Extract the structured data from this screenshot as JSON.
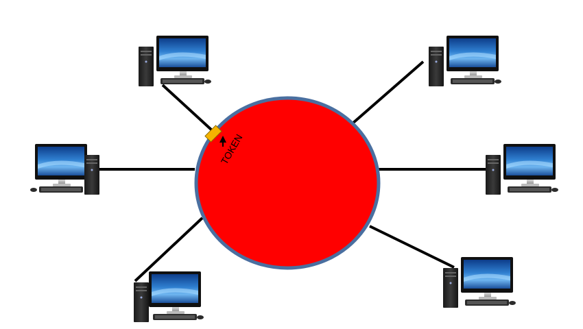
{
  "diagram": {
    "token_label": "TOKEN",
    "ring": {
      "fill": "#ff0000",
      "border": "#4a6fa0"
    },
    "token_color": "#f5b400",
    "link_color": "#000000",
    "nodes": [
      {
        "id": "top-left",
        "icon": "desktop-computer-icon",
        "tower_side": "left"
      },
      {
        "id": "middle-left",
        "icon": "desktop-computer-icon",
        "tower_side": "right"
      },
      {
        "id": "bottom-left",
        "icon": "desktop-computer-icon",
        "tower_side": "left"
      },
      {
        "id": "top-right",
        "icon": "desktop-computer-icon",
        "tower_side": "left"
      },
      {
        "id": "middle-right",
        "icon": "desktop-computer-icon",
        "tower_side": "left"
      },
      {
        "id": "bottom-right",
        "icon": "desktop-computer-icon",
        "tower_side": "left"
      }
    ]
  }
}
